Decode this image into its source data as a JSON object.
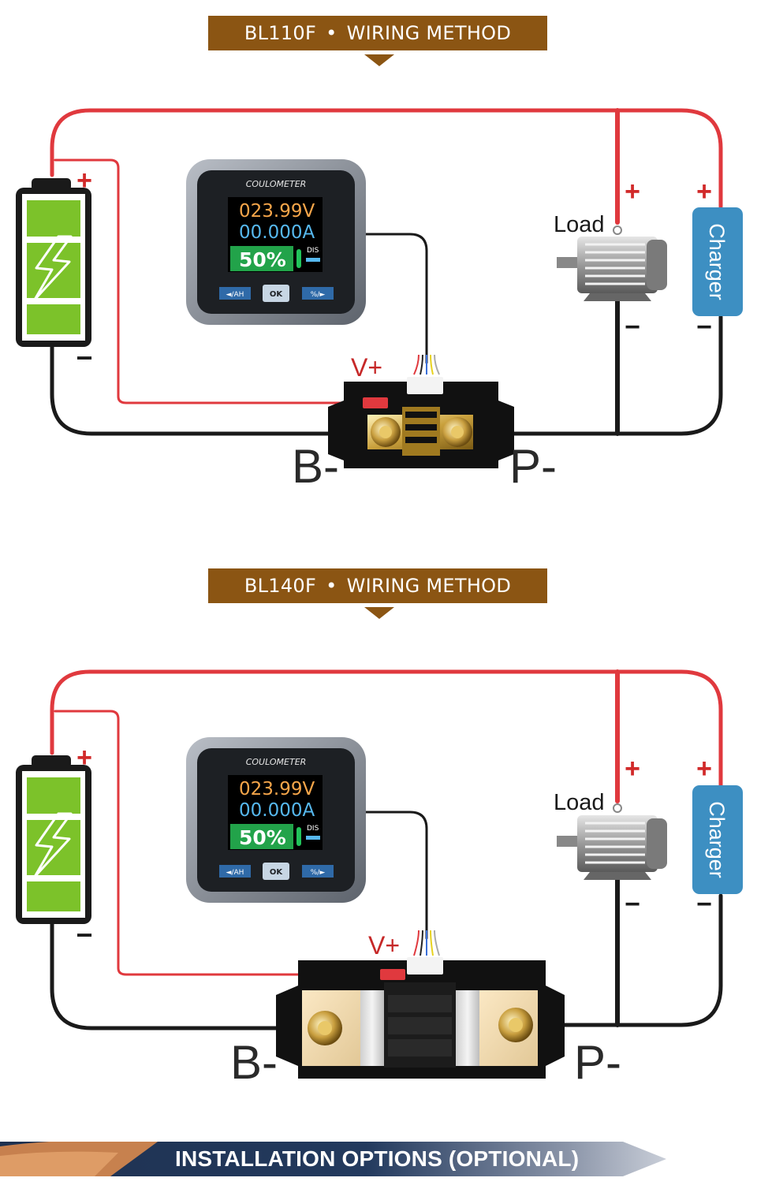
{
  "sections": [
    {
      "model": "BL110F",
      "separator": "•",
      "title": "WIRING METHOD",
      "meter": {
        "brand": "COULOMETER",
        "voltage": "023.99V",
        "current": "00.000A",
        "percent": "50%",
        "status": "DIS",
        "buttons": [
          "◄/AH",
          "OK",
          "%/►"
        ]
      },
      "labels": {
        "battery_plus": "+",
        "battery_minus": "−",
        "vplus": "V+",
        "bminus": "B-",
        "pminus": "P-",
        "load": "Load",
        "load_plus": "+",
        "load_minus": "−",
        "charger": "Charger",
        "charger_plus": "+",
        "charger_minus": "−"
      }
    },
    {
      "model": "BL140F",
      "separator": "•",
      "title": "WIRING METHOD",
      "meter": {
        "brand": "COULOMETER",
        "voltage": "023.99V",
        "current": "00.000A",
        "percent": "50%",
        "status": "DIS",
        "buttons": [
          "◄/AH",
          "OK",
          "%/►"
        ]
      },
      "labels": {
        "battery_plus": "+",
        "battery_minus": "−",
        "vplus": "V+",
        "bminus": "B-",
        "pminus": "P-",
        "load": "Load",
        "load_plus": "+",
        "load_minus": "−",
        "charger": "Charger",
        "charger_plus": "+",
        "charger_minus": "−"
      }
    }
  ],
  "footer": {
    "title": "INSTALLATION OPTIONS (OPTIONAL)"
  },
  "colors": {
    "banner": "#8b5513",
    "wire_positive": "#e0393e",
    "wire_negative": "#1a1a1a",
    "battery_green": "#7cc22a",
    "charger_blue": "#3d8fc2",
    "voltage_orange": "#f7a64a",
    "current_blue": "#56b8ee",
    "footer_dark": "#1e3150"
  }
}
